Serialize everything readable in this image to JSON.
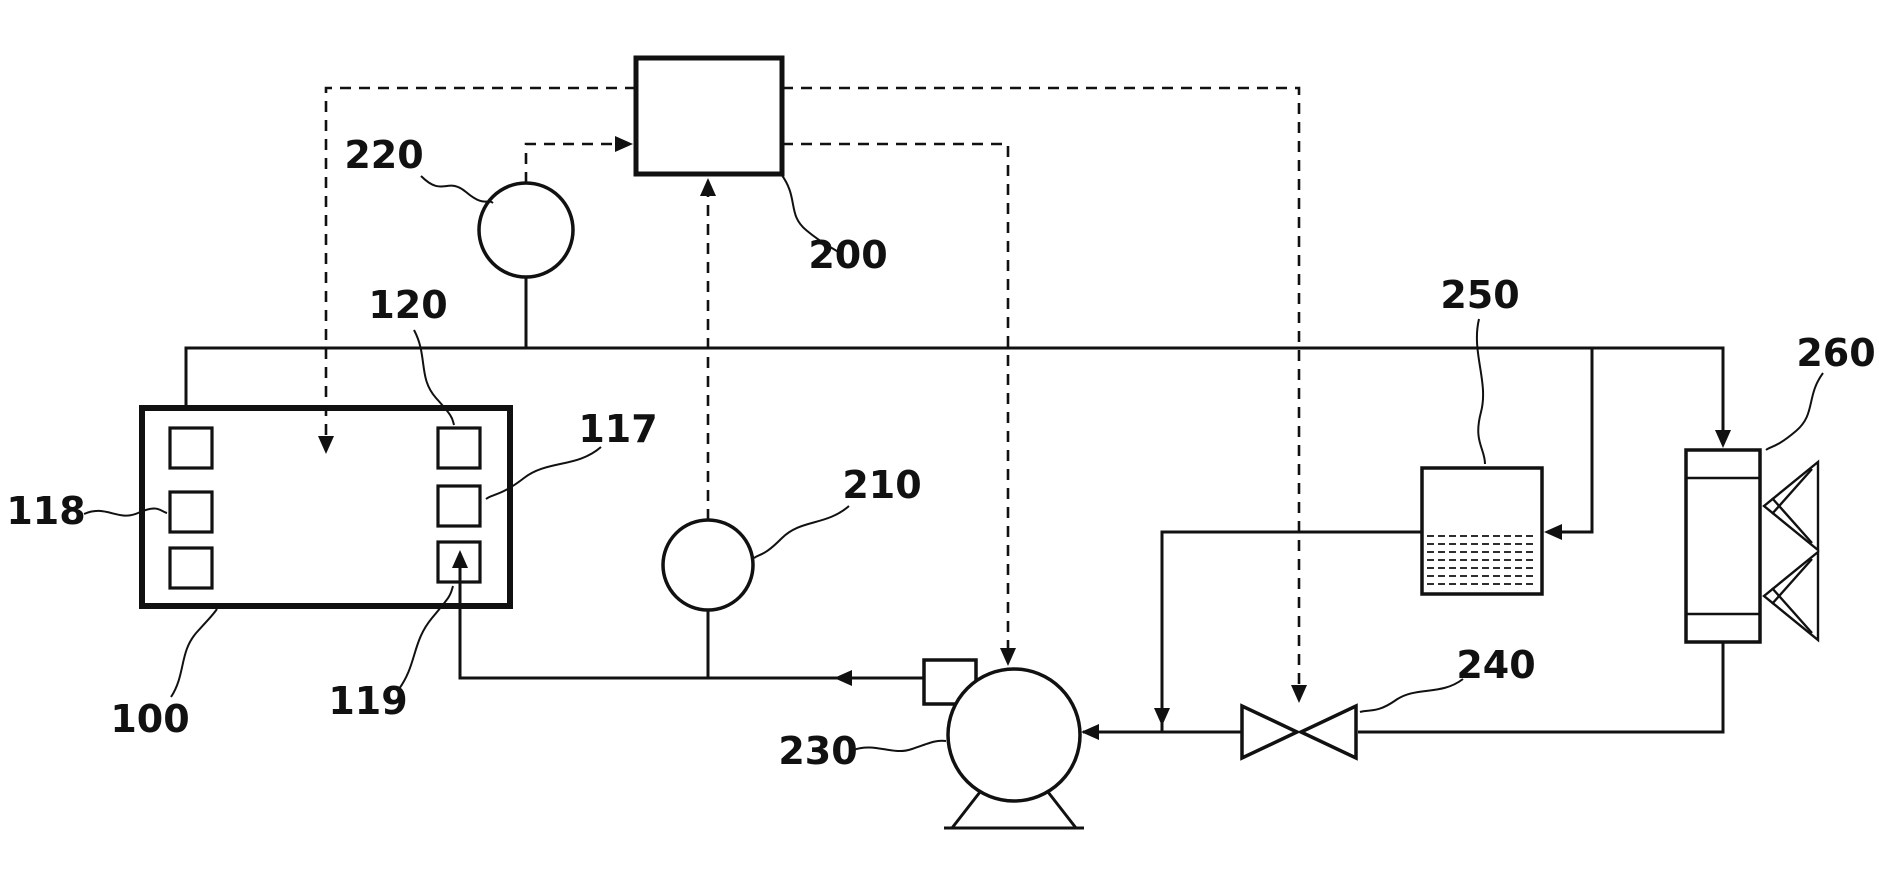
{
  "figure": {
    "colors": {
      "background": "#ffffff",
      "line": "#111111"
    },
    "labels": {
      "battery": "100",
      "cell_117": "117",
      "cell_118": "118",
      "cell_119": "119",
      "cell_120": "120",
      "controller": "200",
      "sensor_210": "210",
      "sensor_220": "220",
      "pump": "230",
      "valve": "240",
      "tank": "250",
      "radiator": "260"
    }
  }
}
